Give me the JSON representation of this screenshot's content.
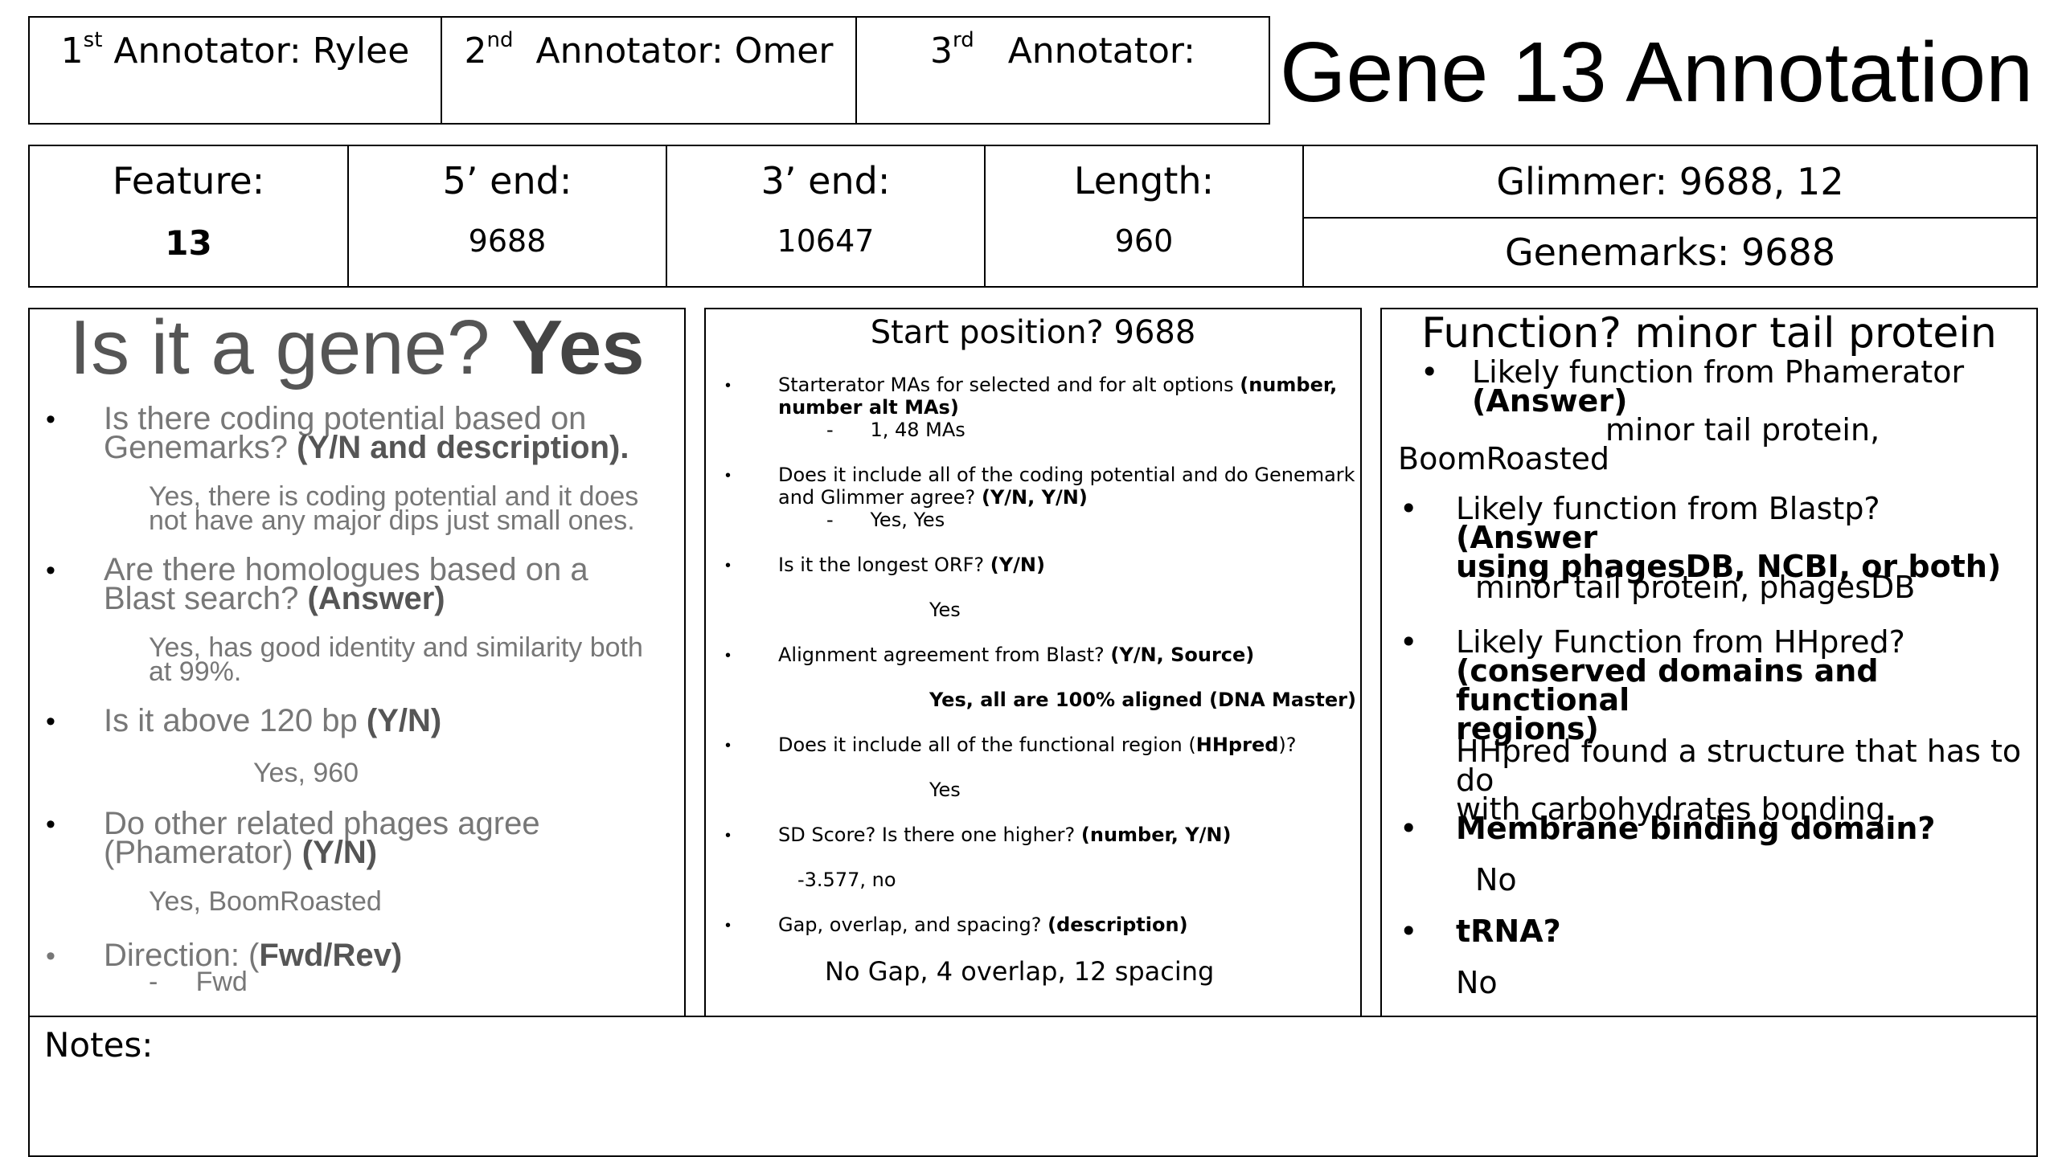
{
  "annotators": {
    "first_num": "1",
    "first_sup": "st",
    "first_text": "Annotator: Rylee",
    "second_num": "2",
    "second_sup": "nd",
    "second_text": "Annotator: Omer",
    "third_num": "3",
    "third_sup": "rd",
    "third_text": "Annotator:"
  },
  "title": "Gene 13 Annotation",
  "feature": {
    "label": "Feature:",
    "value": "13"
  },
  "five_end": {
    "label": "5’ end:",
    "value": "9688"
  },
  "three_end": {
    "label": "3’ end:",
    "value": "10647"
  },
  "length": {
    "label": "Length:",
    "value": "960"
  },
  "glimmer": "Glimmer: 9688, 12",
  "genemarks": "Genemarks: 9688",
  "gene": {
    "heading": "Is it a gene?",
    "heading_answer": "Yes",
    "q1_a": "Is there coding potential based on",
    "q1_b": "Genemarks?",
    "q1_bold": "(Y/N and description).",
    "a1_a": "Yes, there is coding potential and it does",
    "a1_b": "not have any major dips just small ones.",
    "q2_a": "Are there homologues based on a",
    "q2_b": "Blast search?",
    "q2_bold": "(Answer)",
    "a2_a": "Yes, has good identity and similarity both",
    "a2_b": "at 99%.",
    "q3": "Is it above 120 bp",
    "q3_bold": "(Y/N)",
    "a3": "Yes, 960",
    "q4_a": "Do other related phages agree",
    "q4_b": "(Phamerator)",
    "q4_bold": "(Y/N)",
    "a4": "Yes, BoomRoasted",
    "q5": "Direction: (",
    "q5_bold": "Fwd/Rev)",
    "a5_dash": "-",
    "a5": "Fwd"
  },
  "start": {
    "heading": "Start position? 9688",
    "q1": "Starterator MAs for selected and for alt options",
    "q1_bold_a": "(number,",
    "q1_bold_b": "number alt MAs)",
    "a1": "1, 48 MAs",
    "q2_a": "Does it include all of the coding potential and do Genemark",
    "q2_b": "and Glimmer agree?",
    "q2_bold": "(Y/N, Y/N)",
    "a2": "Yes, Yes",
    "q3": "Is it the longest ORF?",
    "q3_bold": "(Y/N)",
    "a3": "Yes",
    "q4": "Alignment agreement from Blast?",
    "q4_bold": "(Y/N, Source)",
    "a4": "Yes, all are 100% aligned (DNA Master)",
    "q5": "Does it include all of the functional region (",
    "q5_bold": "HHpred",
    "q5_end": ")?",
    "a5": "Yes",
    "q6": "SD Score? Is there one higher?",
    "q6_bold": "(number, Y/N)",
    "a6": "-3.577, no",
    "q7": "Gap, overlap, and spacing?",
    "q7_bold": "(description)",
    "a7": "No Gap, 4 overlap, 12 spacing",
    "dash": "-"
  },
  "function": {
    "heading": "Function? minor tail protein",
    "q1": "Likely function from Phamerator",
    "q1_bold": "(Answer)",
    "a1_a": "minor tail protein,",
    "a1_b": "BoomRoasted",
    "q2": "Likely function from Blastp?",
    "q2_bold_a": "(Answer",
    "q2_bold_b": "using phagesDB, NCBI, or both)",
    "a2": "minor tail protein, phagesDB",
    "q3": "Likely Function from HHpred?",
    "q3_bold_a": "(conserved domains and functional",
    "q3_bold_b": "regions)",
    "a3_a": "HHpred found a structure that has to do",
    "a3_b": "with carbohydrates bonding.",
    "q4": "Membrane binding domain?",
    "a4": "No",
    "q5": "tRNA?",
    "a5": "No"
  },
  "notes": {
    "label": "Notes:"
  }
}
